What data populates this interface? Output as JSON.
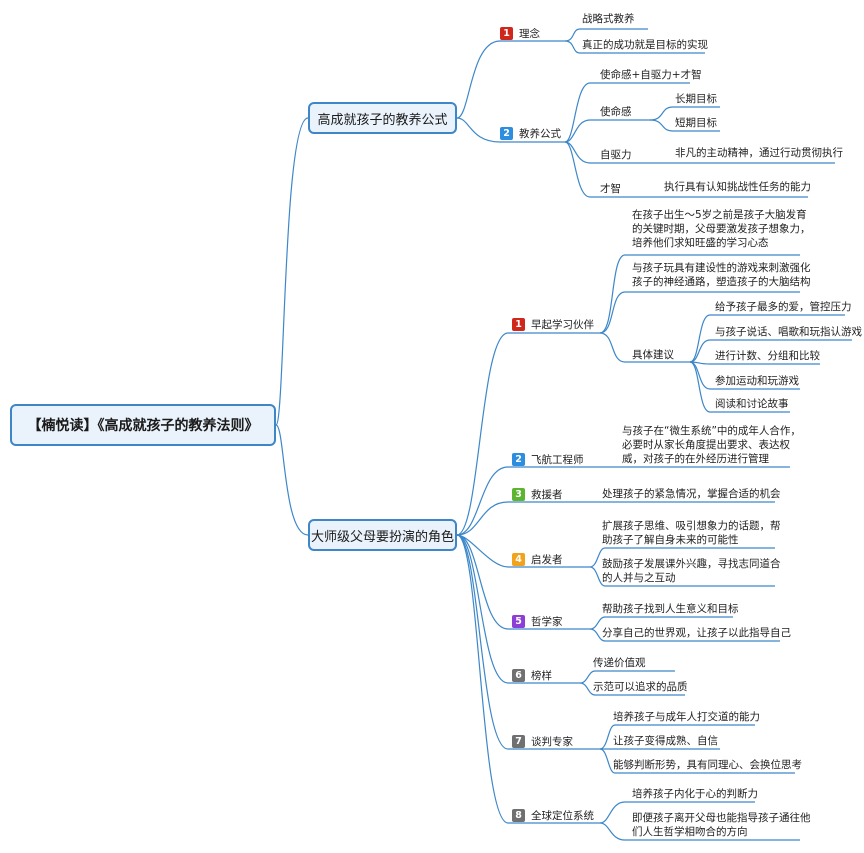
{
  "root": {
    "title": "【楠悦读】《高成就孩子的教养法则》"
  },
  "branch1": {
    "title": "高成就孩子的教养公式",
    "concept": {
      "num": "1",
      "color": "#d0271d",
      "label": "理念",
      "items": [
        "战略式教养",
        "真正的成功就是目标的实现"
      ]
    },
    "formula": {
      "num": "2",
      "color": "#2d8ee0",
      "label": "教养公式",
      "summary": "使命感+自驱力+才智",
      "mission": {
        "label": "使命感",
        "items": [
          "长期目标",
          "短期目标"
        ]
      },
      "drive": {
        "label": "自驱力",
        "item": "非凡的主动精神，通过行动贯彻执行"
      },
      "talent": {
        "label": "才智",
        "item": "执行具有认知挑战性任务的能力"
      }
    }
  },
  "branch2": {
    "title": "大师级父母要扮演的角色",
    "roles": [
      {
        "num": "1",
        "color": "#d0271d",
        "label": "早起学习伙伴",
        "items": [
          "在孩子出生～5岁之前是孩子大脑发育\n的关键时期，父母要激发孩子想象力，\n培养他们求知旺盛的学习心态",
          "与孩子玩具有建设性的游戏来刺激强化\n孩子的神经通路，塑造孩子的大脑结构"
        ],
        "advice": {
          "label": "具体建议",
          "items": [
            "给予孩子最多的爱，管控压力",
            "与孩子说话、唱歌和玩指认游戏",
            "进行计数、分组和比较",
            "参加运动和玩游戏",
            "阅读和讨论故事"
          ]
        }
      },
      {
        "num": "2",
        "color": "#2d8ee0",
        "label": "飞航工程师",
        "items": [
          "与孩子在“微生系统”中的成年人合作，\n必要时从家长角度提出要求、表达权\n威，对孩子的在外经历进行管理"
        ]
      },
      {
        "num": "3",
        "color": "#5cb531",
        "label": "救援者",
        "items": [
          "处理孩子的紧急情况，掌握合适的机会"
        ]
      },
      {
        "num": "4",
        "color": "#f2a31b",
        "label": "启发者",
        "items": [
          "扩展孩子思维、吸引想象力的话题，帮\n助孩子了解自身未来的可能性",
          "鼓励孩子发展课外兴趣，寻找志同道合\n的人并与之互动"
        ]
      },
      {
        "num": "5",
        "color": "#8b3fd6",
        "label": "哲学家",
        "items": [
          "帮助孩子找到人生意义和目标",
          "分享自己的世界观，让孩子以此指导自己"
        ]
      },
      {
        "num": "6",
        "color": "#707070",
        "label": "榜样",
        "items": [
          "传递价值观",
          "示范可以追求的品质"
        ]
      },
      {
        "num": "7",
        "color": "#707070",
        "label": "谈判专家",
        "items": [
          "培养孩子与成年人打交道的能力",
          "让孩子变得成熟、自信",
          "能够判断形势，具有同理心、会换位思考"
        ]
      },
      {
        "num": "8",
        "color": "#707070",
        "label": "全球定位系统",
        "items": [
          "培养孩子内化于心的判断力",
          "即便孩子离开父母也能指导孩子通往他\n们人生哲学相吻合的方向"
        ]
      }
    ]
  }
}
